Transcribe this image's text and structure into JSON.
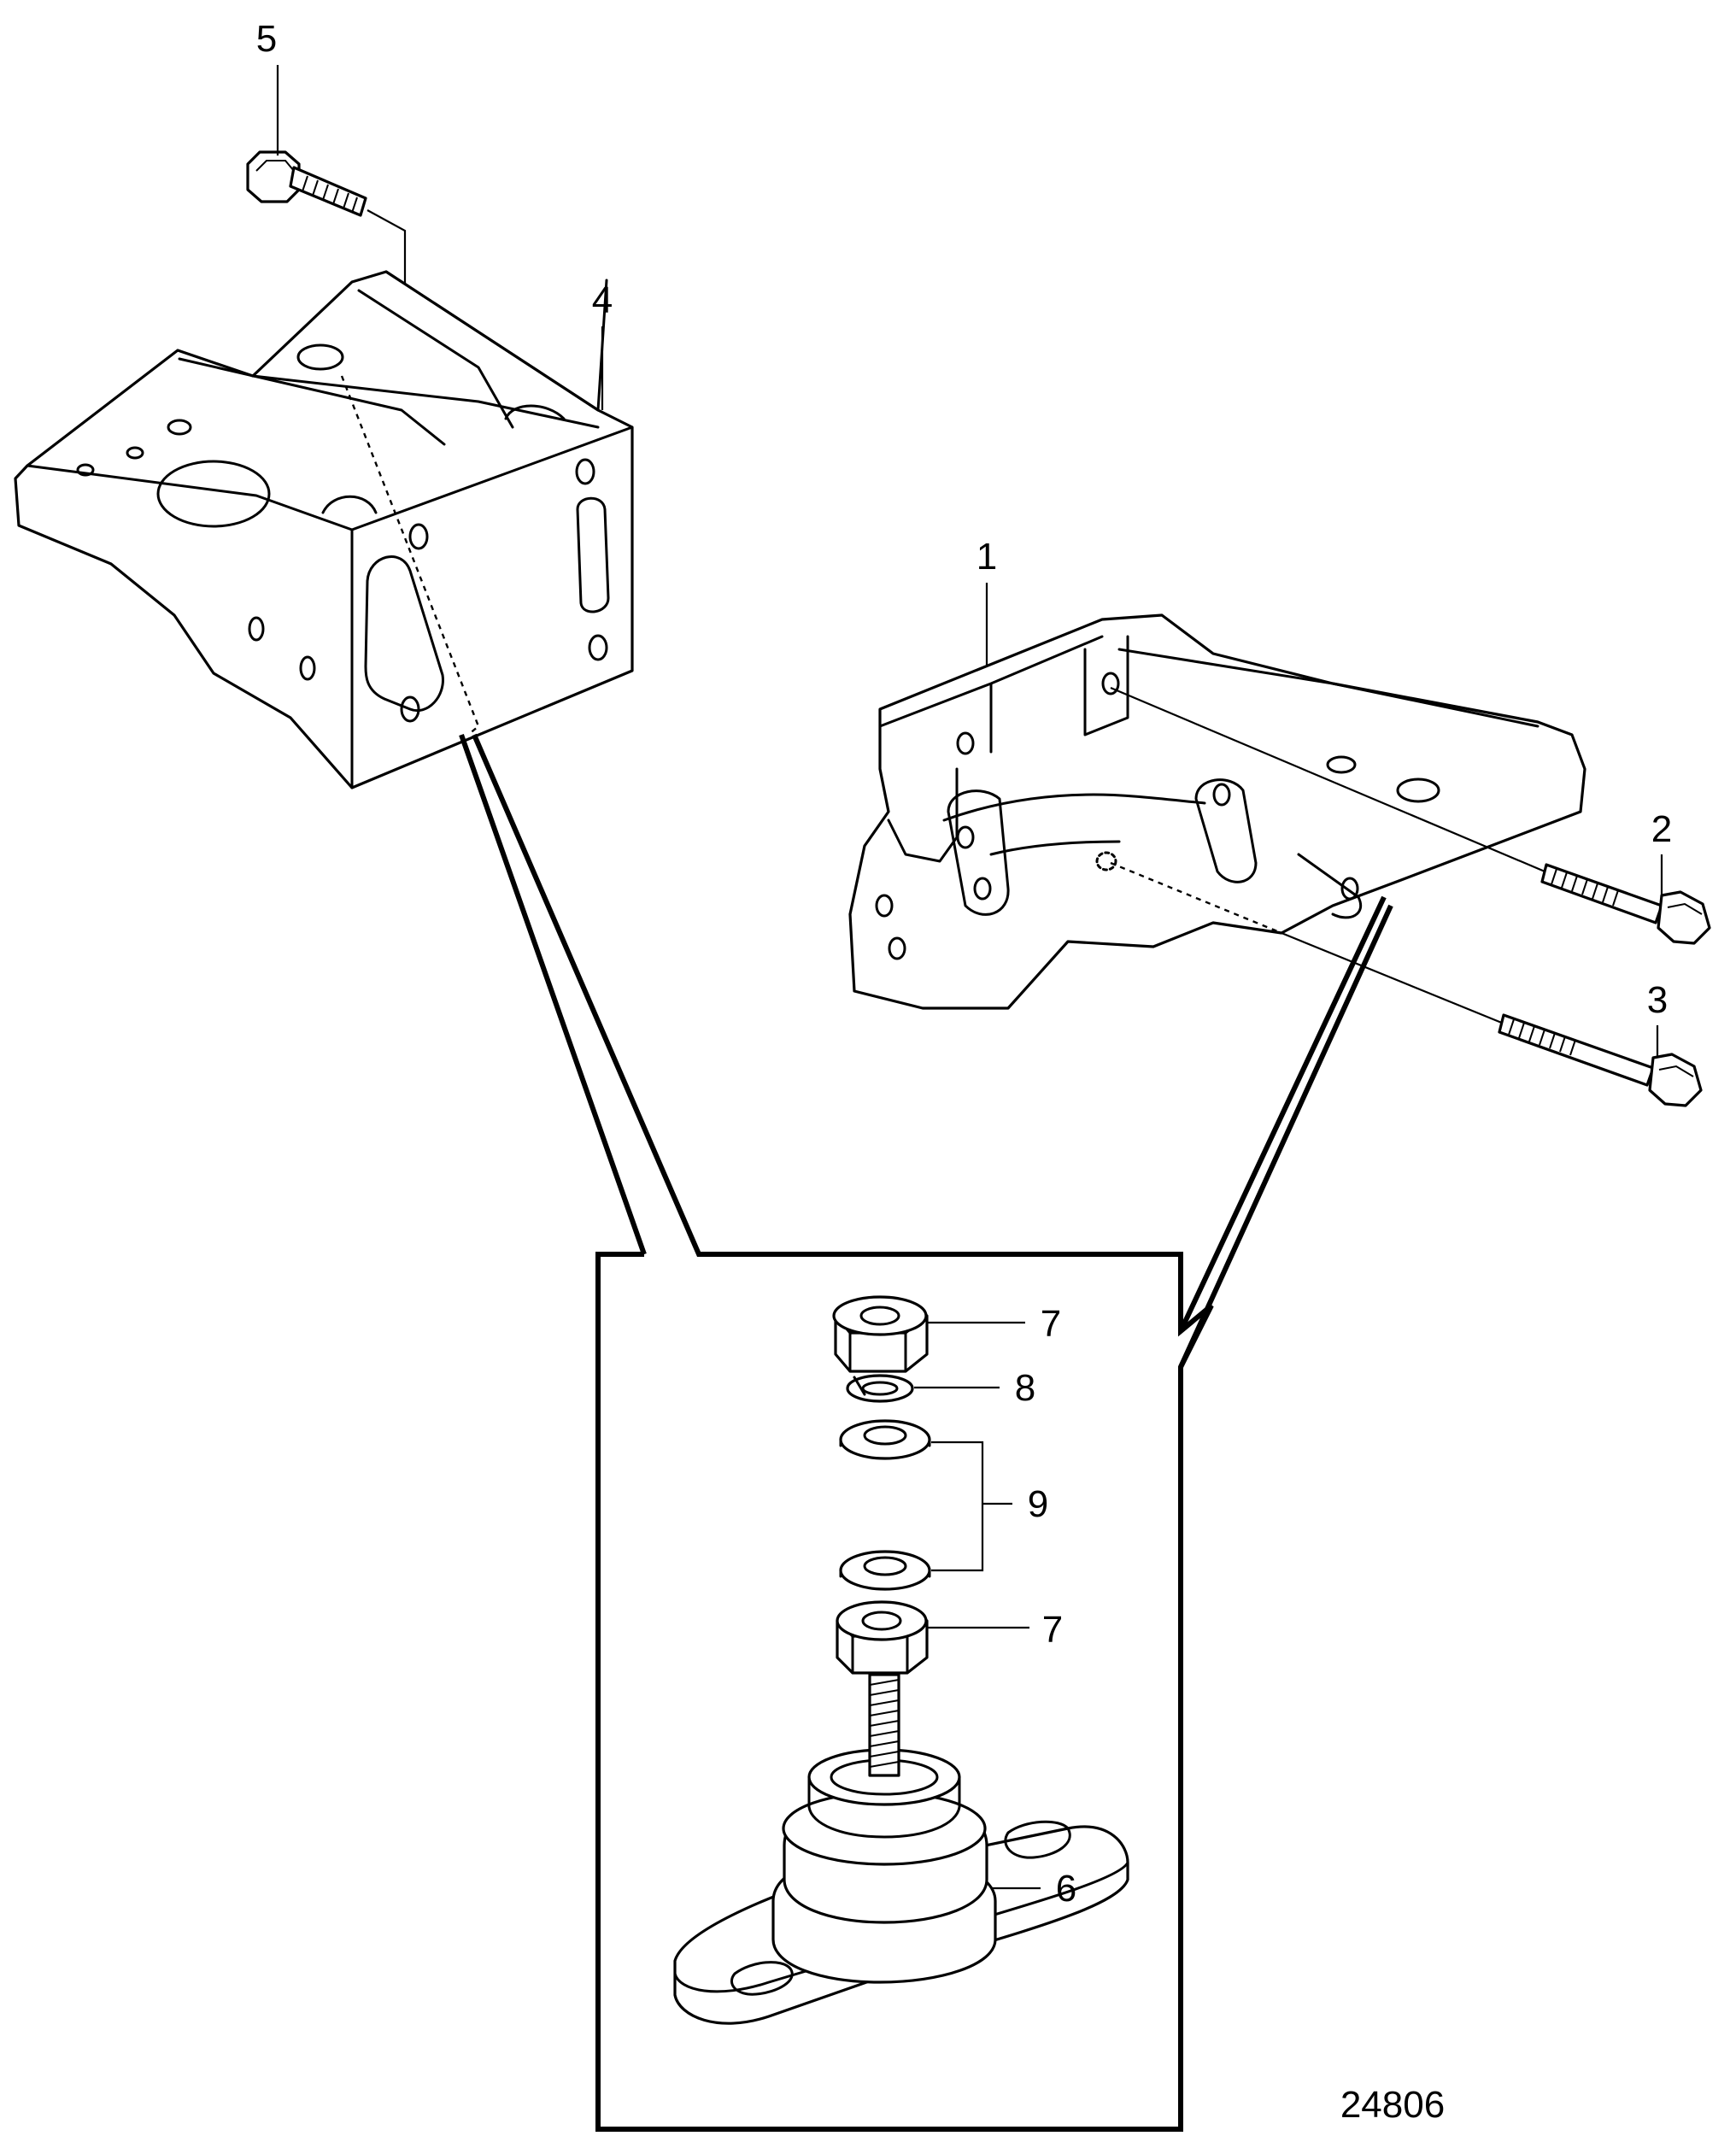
{
  "figure_number": "24806",
  "callouts": {
    "c1": "1",
    "c2": "2",
    "c3": "3",
    "c4": "4",
    "c5": "5",
    "c6": "6",
    "c7_top": "7",
    "c8": "8",
    "c9": "9",
    "c7_bottom": "7"
  },
  "colors": {
    "ink": "#000000",
    "paper": "#ffffff"
  }
}
